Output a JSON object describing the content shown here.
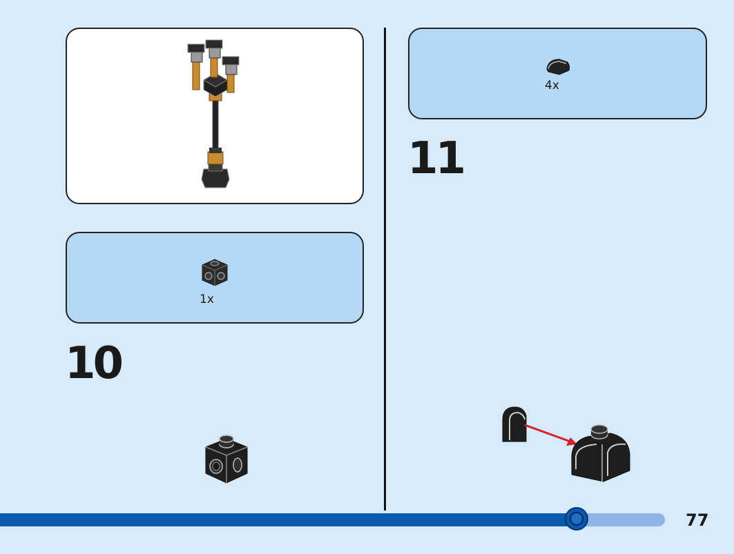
{
  "steps": [
    {
      "number": "10",
      "parts": [
        {
          "count": "1x",
          "part_icon": "brick-1x1-studs-sides-icon"
        }
      ]
    },
    {
      "number": "11",
      "parts": [
        {
          "count": "4x",
          "part_icon": "curved-slope-tile-icon"
        }
      ]
    }
  ],
  "preview": {
    "icon": "lamp-post-model-icon"
  },
  "progress": {
    "fraction": 0.867
  },
  "page": {
    "number": "77"
  },
  "colors": {
    "background": "#d6eafa",
    "parts_panel": "#b5d8f5",
    "progress_fill": "#0a59b0",
    "progress_track": "#8fb3e6",
    "arrow": "#d4222a"
  }
}
